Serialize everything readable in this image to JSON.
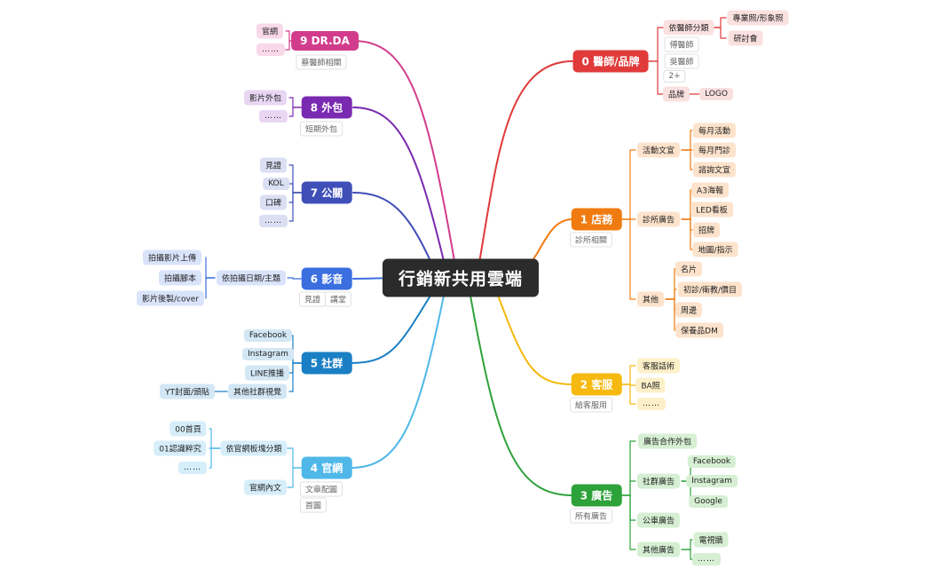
{
  "root": "行銷新共用雲端",
  "branches": {
    "b0": {
      "label": "0 醫師/品牌",
      "color": "#e03a3a",
      "light": "#fbe0e0",
      "children": {
        "c1": "依醫師分類",
        "c1a": "專業照/形象照",
        "c1b": "研討會",
        "n1": "傅醫師",
        "n2": "吳醫師",
        "n3": "2+",
        "c2": "品牌",
        "c2a": "LOGO"
      }
    },
    "b1": {
      "label": "1 店務",
      "color": "#f07b10",
      "light": "#fde3cc",
      "note": "診所相關",
      "children": {
        "c1": "活動文宣",
        "c1a": "每月活動",
        "c1b": "每月門診",
        "c1c": "諮詢文宣",
        "c2": "診所廣告",
        "c2a": "A3海報",
        "c2b": "LED看板",
        "c2c": "招牌",
        "c2d": "地圖/指示",
        "c3": "其他",
        "c3a": "名片",
        "c3b": "初診/衛教/價目",
        "c3c": "周邊",
        "c3d": "保養品DM"
      }
    },
    "b2": {
      "label": "2 客服",
      "color": "#f5b90f",
      "light": "#fdf0c8",
      "note": "給客服用",
      "children": {
        "c1": "客服話術",
        "c2": "BA照",
        "c3": "……"
      }
    },
    "b3": {
      "label": "3 廣告",
      "color": "#2ea23a",
      "light": "#d6efd3",
      "note": "所有廣告",
      "children": {
        "c1": "廣告合作外包",
        "c2": "社群廣告",
        "c2a": "Facebook",
        "c2b": "Instagram",
        "c2c": "Google",
        "c3": "公車廣告",
        "c4": "其他廣告",
        "c4a": "電視牆",
        "c4b": "……"
      }
    },
    "b4": {
      "label": "4 官網",
      "color": "#4fb8e8",
      "light": "#d6eefa",
      "notes": [
        "文章配圖",
        "首圖"
      ],
      "children": {
        "c1": "依官網板塊分類",
        "c1a": "00首頁",
        "c1b": "01認識粹究",
        "c1c": "……",
        "c2": "官網內文"
      }
    },
    "b5": {
      "label": "5 社群",
      "color": "#1a7fc4",
      "light": "#d3e7f5",
      "children": {
        "c1": "Facebook",
        "c2": "Instagram",
        "c3": "LINE推播",
        "c4": "其他社群視覺",
        "c4a": "YT封面/頭貼"
      }
    },
    "b6": {
      "label": "6 影音",
      "color": "#3b6fe0",
      "light": "#d9e3fa",
      "notes": [
        "見證",
        "講堂"
      ],
      "children": {
        "c1": "依拍攝日期/主題",
        "c1a": "拍攝影片上傳",
        "c1b": "拍攝腳本",
        "c1c": "影片後製/cover"
      }
    },
    "b7": {
      "label": "7 公關",
      "color": "#3f4fb8",
      "light": "#dadff3",
      "children": {
        "c1": "見證",
        "c2": "KOL",
        "c3": "口碑",
        "c4": "……"
      }
    },
    "b8": {
      "label": "8 外包",
      "color": "#7a2ab0",
      "light": "#e8d6f3",
      "note": "短期外包",
      "children": {
        "c1": "影片外包",
        "c2": "……"
      }
    },
    "b9": {
      "label": "9 DR.DA",
      "color": "#d23c8c",
      "light": "#f8d8e9",
      "note": "蔡醫師相關",
      "children": {
        "c1": "官網",
        "c2": "……"
      }
    }
  }
}
